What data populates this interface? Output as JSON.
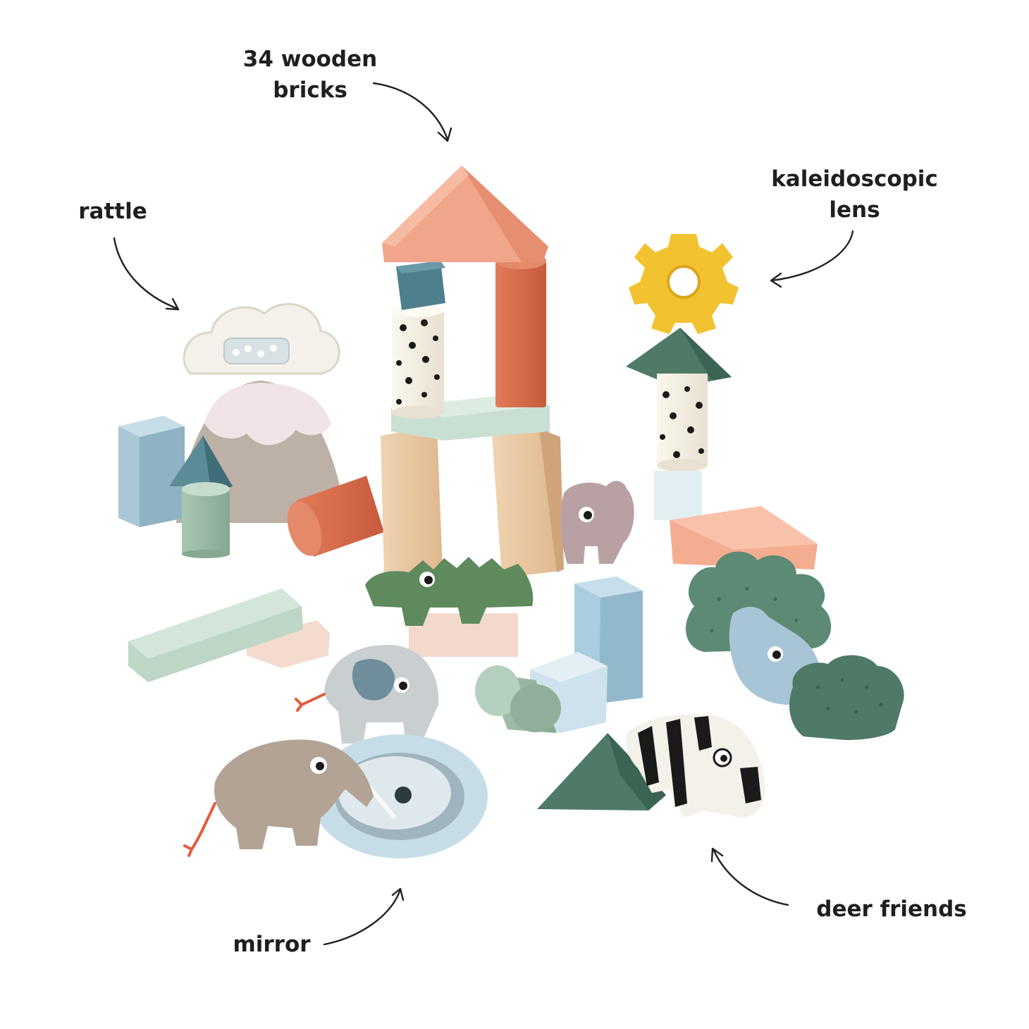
{
  "labels": {
    "bricks": {
      "line1": "34 wooden",
      "line2": "bricks"
    },
    "lens": {
      "line1": "kaleidoscopic",
      "line2": "lens"
    },
    "rattle": {
      "line1": "rattle"
    },
    "mirror": {
      "line1": "mirror"
    },
    "deer": {
      "line1": "deer friends"
    }
  },
  "colors": {
    "text": "#1f1f1f",
    "peach": "#f3a98b",
    "terracotta": "#d9694a",
    "teal": "#4a7d8a",
    "sage": "#b9d2c0",
    "mint": "#cfe2d6",
    "wood": "#e8c9a5",
    "green": "#5e8a5d",
    "forest": "#4e7a67",
    "mustard": "#f2c230",
    "sky": "#b9d4e2",
    "mauve": "#b9a0a3",
    "taupe": "#b3a394",
    "cream": "#f6f1e6",
    "blush": "#f3d9cc",
    "grey": "#c9ced1"
  }
}
